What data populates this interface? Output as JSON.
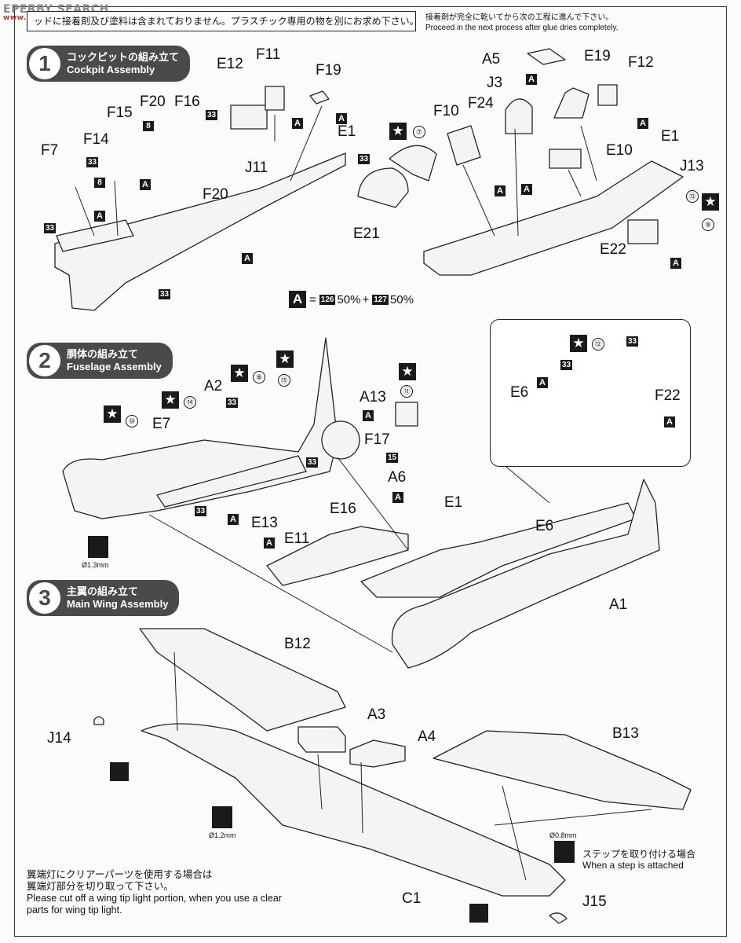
{
  "watermark": {
    "brand": "EPERBY SEARCH",
    "site": "www.chinahobbyb.com"
  },
  "notice": "ッドに接着剤及び塗料は含まれておりません。プラスチック専用の物を別にお求め下さい。",
  "glue_note": {
    "ja": "接着剤が完全に乾いてから次の工程に進んで下さい。",
    "en": "Proceed in the next process after glue dries completely."
  },
  "steps": [
    {
      "num": "1",
      "ja": "コックピットの組み立て",
      "en": "Cockpit Assembly"
    },
    {
      "num": "2",
      "ja": "胴体の組み立て",
      "en": "Fuselage Assembly"
    },
    {
      "num": "3",
      "ja": "主翼の組み立て",
      "en": "Main Wing Assembly"
    }
  ],
  "parts_step1_left": [
    "F11",
    "E12",
    "F19",
    "E1",
    "F20",
    "F16",
    "F15",
    "F14",
    "F7",
    "J11",
    "F20"
  ],
  "parts_step1_right": [
    "A5",
    "E19",
    "F12",
    "J3",
    "F24",
    "F10",
    "E10",
    "E1",
    "J13",
    "E21",
    "E22"
  ],
  "parts_step2": [
    "A2",
    "A13",
    "E7",
    "F17",
    "A6",
    "E13",
    "E16",
    "E11",
    "E1",
    "E6",
    "A1"
  ],
  "parts_inset": [
    "E6",
    "F22"
  ],
  "parts_step3": [
    "B12",
    "J14",
    "A3",
    "A4",
    "B13",
    "C1",
    "J15"
  ],
  "paint_codes": {
    "c33": "33",
    "c8": "8",
    "c15": "15",
    "c126": "126",
    "c127": "127"
  },
  "paint_letter": "A",
  "star_glyph": "★",
  "decal_numbers": [
    "⑦",
    "⑬",
    "⑨",
    "⑧",
    "⑮",
    "⑪",
    "⑭",
    "⑩",
    "⑫"
  ],
  "legend": {
    "letter": "A",
    "eq": "=",
    "c1": "126",
    "p1": "50%",
    "plus": "+",
    "c2": "127",
    "p2": "50%"
  },
  "drill_sizes": {
    "fuselage": "Ø1.3mm",
    "wing": "Ø1.2mm",
    "step": "Ø0.8mm"
  },
  "wingtip_note": {
    "ja1": "翼端灯にクリアーパーツを使用する場合は",
    "ja2": "翼端灯部分を切り取って下さい。",
    "en1": "Please cut off a wing tip light portion, when you use a clear",
    "en2": "parts for wing tip light."
  },
  "step_note": {
    "ja": "ステップを取り付ける場合",
    "en": "When a step is attached"
  },
  "colors": {
    "ink": "#111111",
    "badge": "#4a4a4a",
    "paper": "#fbfbf9"
  },
  "icons": [
    "star-icon",
    "drill-icon",
    "cut-icon"
  ]
}
